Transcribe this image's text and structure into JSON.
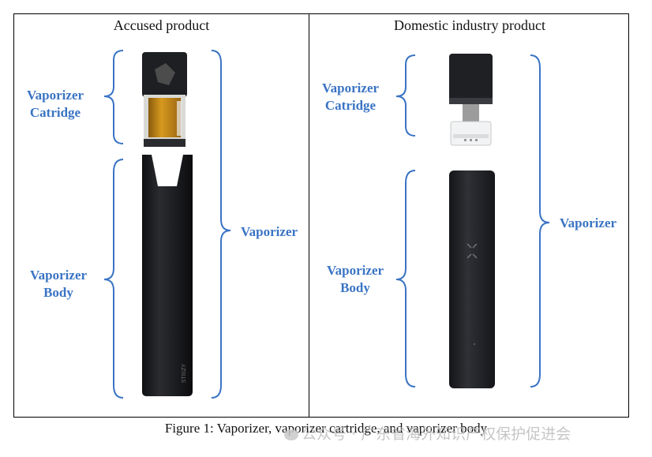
{
  "figure": {
    "left_title": "Accused product",
    "right_title": "Domestic industry product",
    "caption": "Figure 1: Vaporizer, vaporizer cartridge, and vaporizer body"
  },
  "left_panel": {
    "catridge_label_line1": "Vaporizer",
    "catridge_label_line2": "Catridge",
    "body_label_line1": "Vaporizer",
    "body_label_line2": "Body",
    "whole_label": "Vaporizer",
    "device_text": "STIIIZY"
  },
  "right_panel": {
    "catridge_label_line1": "Vaporizer",
    "catridge_label_line2": "Catridge",
    "body_label_line1": "Vaporizer",
    "body_label_line2": "Body",
    "whole_label": "Vaporizer"
  },
  "watermark": {
    "text": "公众号 · 广东省海外知识产权保护促进会"
  },
  "colors": {
    "label_blue": "#3a74c4",
    "bracket_blue": "#3a74c4",
    "device_black": "#1c1d20",
    "oil_amber": "#c98a1b"
  }
}
